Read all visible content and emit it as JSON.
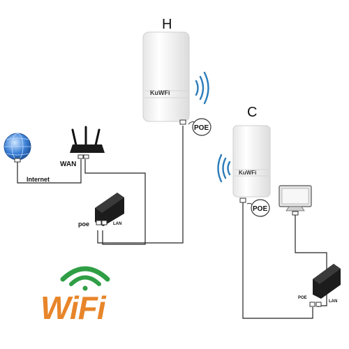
{
  "labels": {
    "ap_h": "H",
    "ap_c": "C",
    "poe_bubble_h": "POE",
    "poe_bubble_c": "POE",
    "wan": "WAN",
    "internet": "Internet",
    "poe_left": "poe",
    "lan_left": "LAN",
    "poe_right": "POE",
    "lan_right": "LAN"
  },
  "brand": {
    "ap_logo_h": "KuWFi",
    "ap_logo_c": "KuWFi",
    "wifi_logo": "WiFi"
  },
  "colors": {
    "wire": "#222222",
    "ap_body": "#f4f4f4",
    "wifi_wave": "#2f9e45",
    "wifi_orange": "#e8852a",
    "wifi_blue": "#2c6db5",
    "globe": "#3a7fd5",
    "adapter": "#1c1c1c"
  },
  "icons": [
    "globe-icon",
    "router-icon",
    "poe-adapter-icon",
    "monitor-icon",
    "wireless-signal-icon",
    "wifi-logo-icon"
  ]
}
